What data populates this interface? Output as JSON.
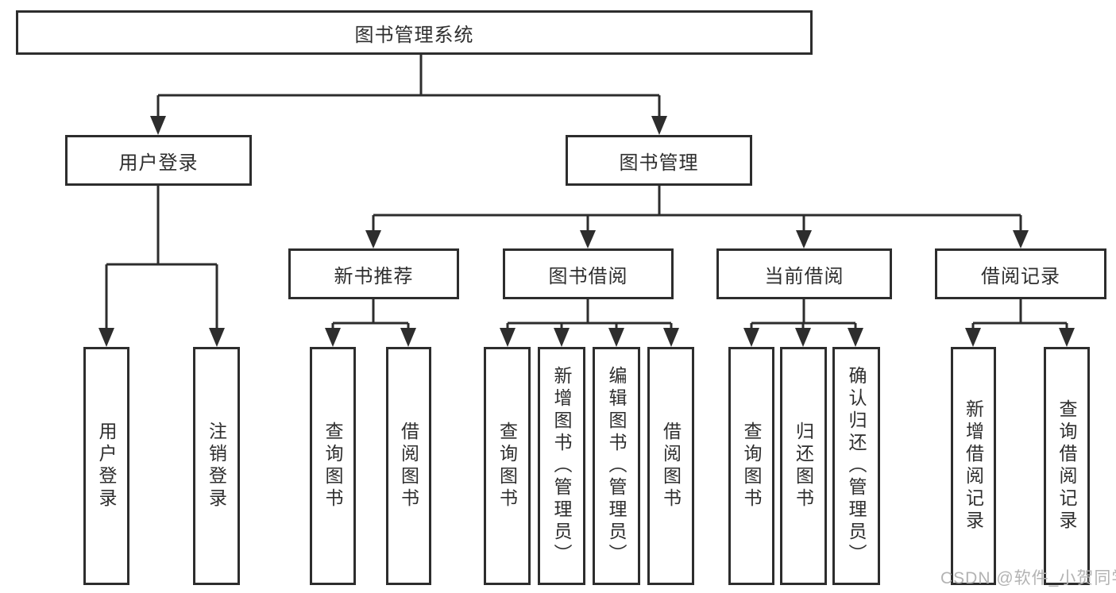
{
  "diagram": {
    "tree": {
      "root": {
        "label": "图书管理系统"
      },
      "branches": [
        {
          "label": "用户登录",
          "leaves": [
            {
              "label": "用户登录"
            },
            {
              "label": "注销登录"
            }
          ]
        },
        {
          "label": "图书管理",
          "groups": [
            {
              "label": "新书推荐",
              "leaves": [
                {
                  "label": "查询图书"
                },
                {
                  "label": "借阅图书"
                }
              ]
            },
            {
              "label": "图书借阅",
              "leaves": [
                {
                  "label": "查询图书"
                },
                {
                  "label": "新增图书（管理员）"
                },
                {
                  "label": "编辑图书（管理员）"
                },
                {
                  "label": "借阅图书"
                }
              ]
            },
            {
              "label": "当前借阅",
              "leaves": [
                {
                  "label": "查询图书"
                },
                {
                  "label": "归还图书"
                },
                {
                  "label": "确认归还（管理员）"
                }
              ]
            },
            {
              "label": "借阅记录",
              "leaves": [
                {
                  "label": "新增借阅记录"
                },
                {
                  "label": "查询借阅记录"
                }
              ]
            }
          ]
        }
      ]
    },
    "watermark": {
      "text": "CSDN @软件_小贺同学"
    },
    "colors": {
      "line": "#2d2d2d",
      "text": "#2e2e2e",
      "box_fill": "#ffffff",
      "watermark": "#b3b3b3"
    }
  }
}
